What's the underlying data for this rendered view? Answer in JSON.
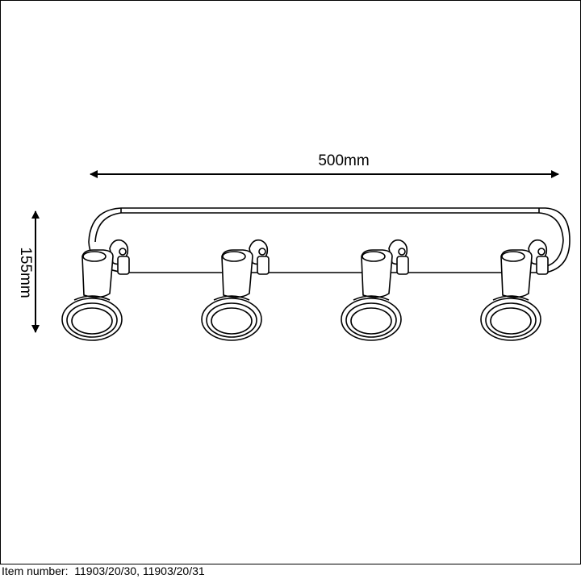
{
  "dimensions": {
    "width_label": "500mm",
    "height_label": "155mm"
  },
  "footer": {
    "item_label": "Item number:",
    "item_values": "11903/20/30, 11903/20/31"
  },
  "spotlight_count": 4
}
